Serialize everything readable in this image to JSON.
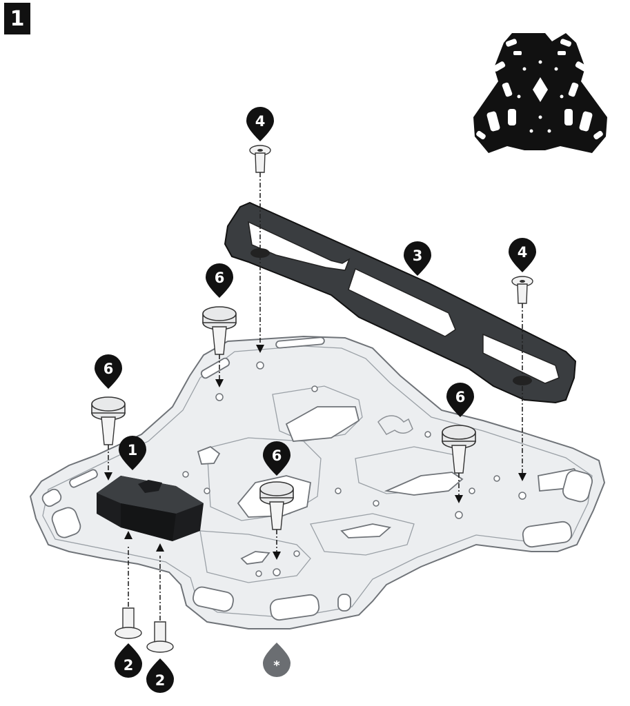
{
  "step_number": "1",
  "markers": [
    {
      "id": "m-4a",
      "label": "4"
    },
    {
      "id": "m-4b",
      "label": "4"
    },
    {
      "id": "m-3",
      "label": "3"
    },
    {
      "id": "m-6a",
      "label": "6"
    },
    {
      "id": "m-6b",
      "label": "6"
    },
    {
      "id": "m-6c",
      "label": "6"
    },
    {
      "id": "m-6d",
      "label": "6"
    },
    {
      "id": "m-1",
      "label": "1"
    },
    {
      "id": "m-2a",
      "label": "2"
    },
    {
      "id": "m-2b",
      "label": "2"
    },
    {
      "id": "m-star",
      "label": "*"
    }
  ],
  "colors": {
    "marker_fill": "#111111",
    "marker_star_fill": "#6b6e72",
    "plate": "#eceef0",
    "bracket": "#3a3d40",
    "thumbnail_plate": "#111111"
  }
}
